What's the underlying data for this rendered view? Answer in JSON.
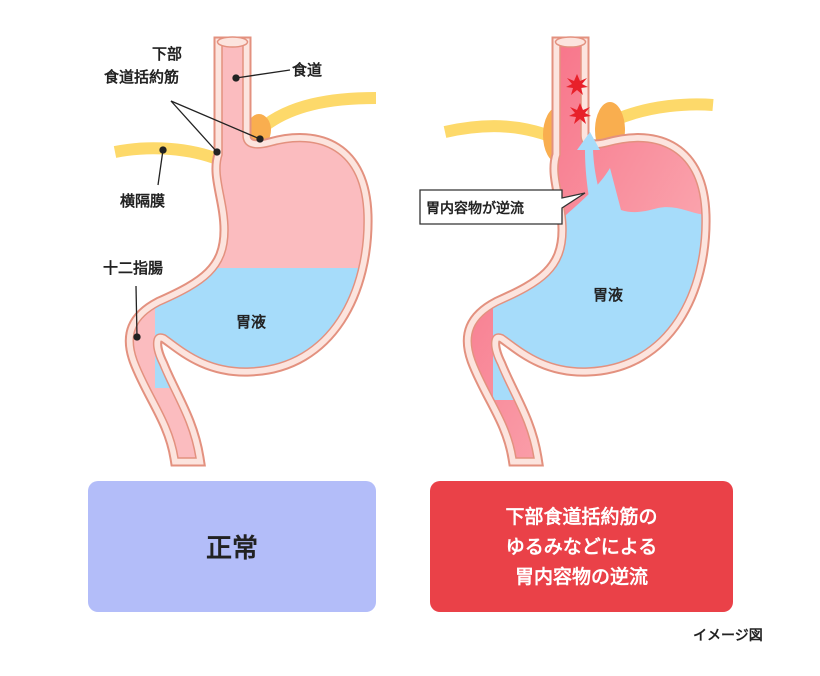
{
  "normal": {
    "labels": {
      "les_line1": "下部",
      "les_line2": "食道括約筋",
      "esophagus": "食道",
      "diaphragm": "横隔膜",
      "duodenum": "十二指腸",
      "gastric_juice": "胃液"
    },
    "caption": "正常"
  },
  "reflux": {
    "labels": {
      "callout": "胃内容物が逆流",
      "gastric_juice": "胃液"
    },
    "caption_lines": [
      "下部食道括約筋の",
      "ゆるみなどによる",
      "胃内容物の逆流"
    ]
  },
  "footnote": "イメージ図",
  "colors": {
    "lumen": "#fbbcbf",
    "wall": "#fce4de",
    "wall_edge": "#e3917f",
    "fluid": "#a6dcfa",
    "diaphragm": "#fdd96a",
    "sphincter": "#f9ae4f",
    "irritation": "#e8202a",
    "normal_box": "#b3bdf9",
    "reflux_box": "#ea4148"
  }
}
